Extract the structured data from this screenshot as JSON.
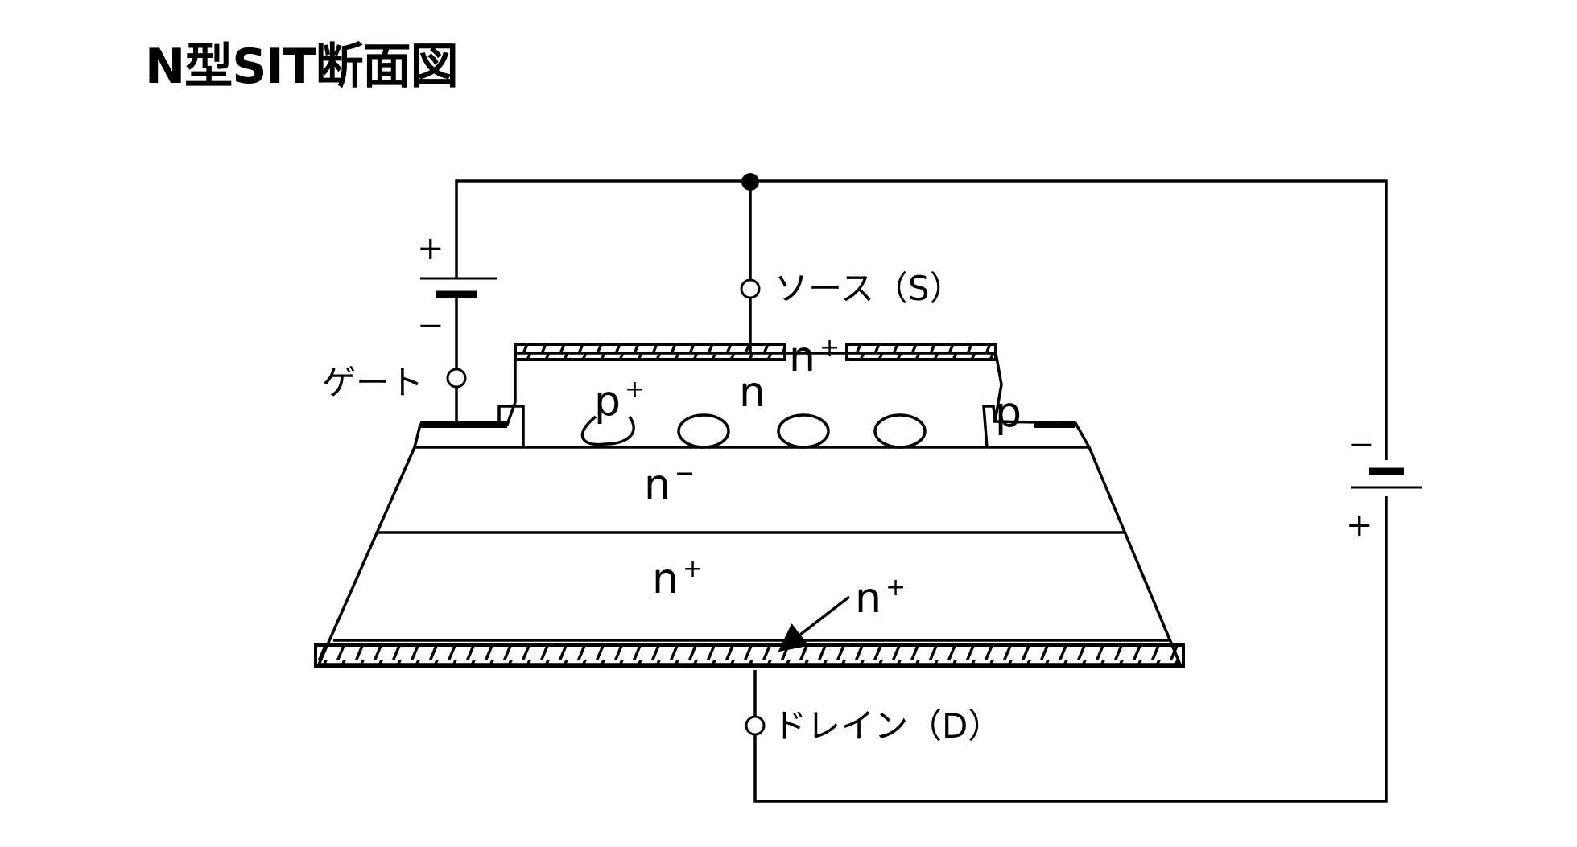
{
  "title": "N型SIT断面図",
  "labels": {
    "source": "ソース（S）",
    "gate": "ゲート",
    "drain": "ドレイン（D）",
    "region_top": "n",
    "region_top_sup": "+",
    "region_n": "n",
    "region_p_plus": "p",
    "region_p_plus_sup": "+",
    "region_p": "p",
    "region_n_minus": "n",
    "region_n_minus_sup": "−",
    "region_substrate": "n",
    "region_substrate_sup": "+",
    "region_bottom": "n",
    "region_bottom_sup": "+"
  },
  "gate_battery": {
    "plus": "+",
    "minus": "−"
  },
  "drain_battery": {
    "minus": "−",
    "plus": "+"
  }
}
